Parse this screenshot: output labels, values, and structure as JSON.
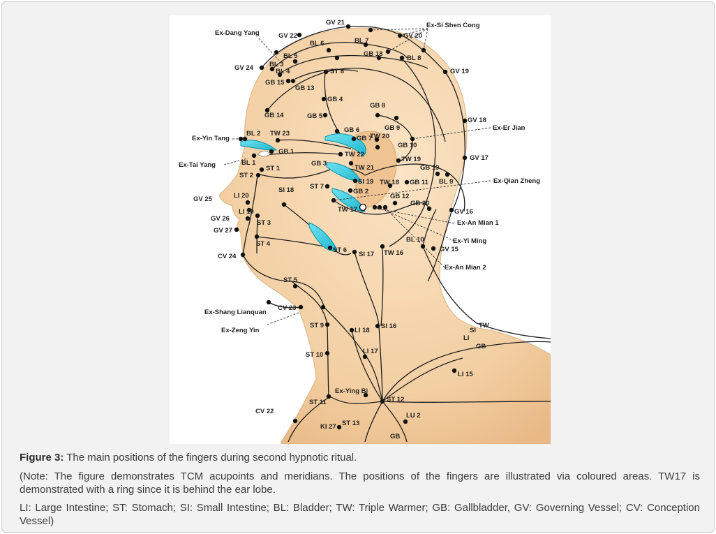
{
  "figure": {
    "points": [
      "GV 21",
      "GV 22",
      "GV 20",
      "BL 6",
      "BL 7",
      "GB 18",
      "BL 8",
      "Ex-Si Shen Cong",
      "Ex-Dang Yang",
      "GV 24",
      "BL 5",
      "BL 3",
      "BL 4",
      "GB 15",
      "GB 13",
      "ST 8",
      "GV 19",
      "GB 4",
      "GB 8",
      "GB 14",
      "GB 5",
      "GV 18",
      "GB 9",
      "Ex-Er Jian",
      "GB 6",
      "GB 7",
      "TW 20",
      "GB 10",
      "Ex-Yin Tang",
      "BL 2",
      "TW 23",
      "GB 1",
      "TW 22",
      "GV 17",
      "TW 19",
      "BL 1",
      "Ex-Tai Yang",
      "GB 3",
      "TW 21",
      "GB 19",
      "ST 1",
      "ST 2",
      "SI 19",
      "TW 18",
      "GB 11",
      "BL 9",
      "Ex-Qian Zheng",
      "SI 18",
      "ST 7",
      "GB 2",
      "GB 12",
      "LI 20",
      "GV 25",
      "GB 20",
      "TW 17",
      "GV 16",
      "LI 19",
      "GV 26",
      "ST 3",
      "Ex-An Mian 1",
      "GV 27",
      "ST 4",
      "BL 10",
      "Ex-Yi Ming",
      "GV 15",
      "CV 24",
      "ST 6",
      "SI 17",
      "TW 16",
      "Ex-An Mian 2",
      "ST 5",
      "Ex-Shang Lianquan",
      "CV 23",
      "ST 9",
      "Ex-Zeng Yin",
      "LI 18",
      "SI 16",
      "TW",
      "SI",
      "LI",
      "GB",
      "LI 17",
      "ST 10",
      "LI 15",
      "Ex-Ying Bi",
      "ST 12",
      "ST 11",
      "CV 22",
      "LU 2",
      "KI 27",
      "ST 13",
      "GB"
    ]
  },
  "caption": {
    "label": "Figure 3:",
    "title": " The main positions of the fingers during second hypnotic ritual.",
    "note": "(Note: The figure demonstrates TCM acupoints and meridians. The positions of the fingers are illustrated via coloured areas. TW17 is demonstrated with a ring since it is behind the ear lobe.",
    "legend": "LI: Large Intestine; ST: Stomach; SI: Small Intestine; BL: Bladder; TW: Triple Warmer; GB: Gallbladder, GV: Governing Vessel; CV: Conception Vessel)"
  }
}
